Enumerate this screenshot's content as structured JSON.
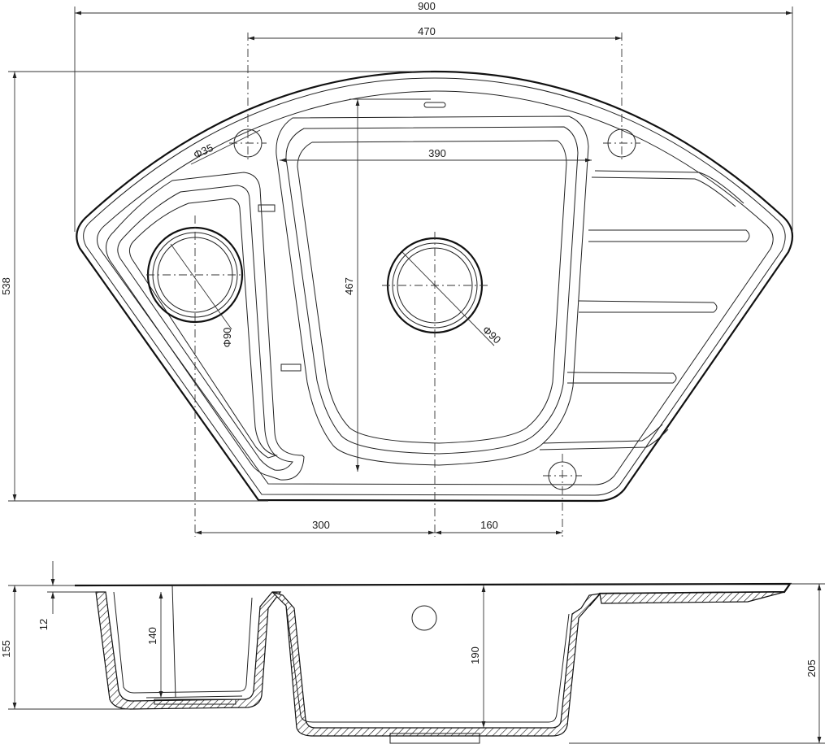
{
  "dimensions": {
    "total_width": "900",
    "hole_spacing": "470",
    "tap_hole_diameter": "Φ35",
    "bowl_width": "390",
    "total_depth": "538",
    "bowl_length": "467",
    "small_drain_diameter": "Φ90",
    "large_drain_diameter": "Φ90",
    "drain_offset_left": "300",
    "drain_offset_right": "160",
    "rim_thickness": "12",
    "small_bowl_height": "155",
    "small_bowl_depth": "140",
    "large_bowl_depth": "190",
    "overall_height": "205"
  }
}
